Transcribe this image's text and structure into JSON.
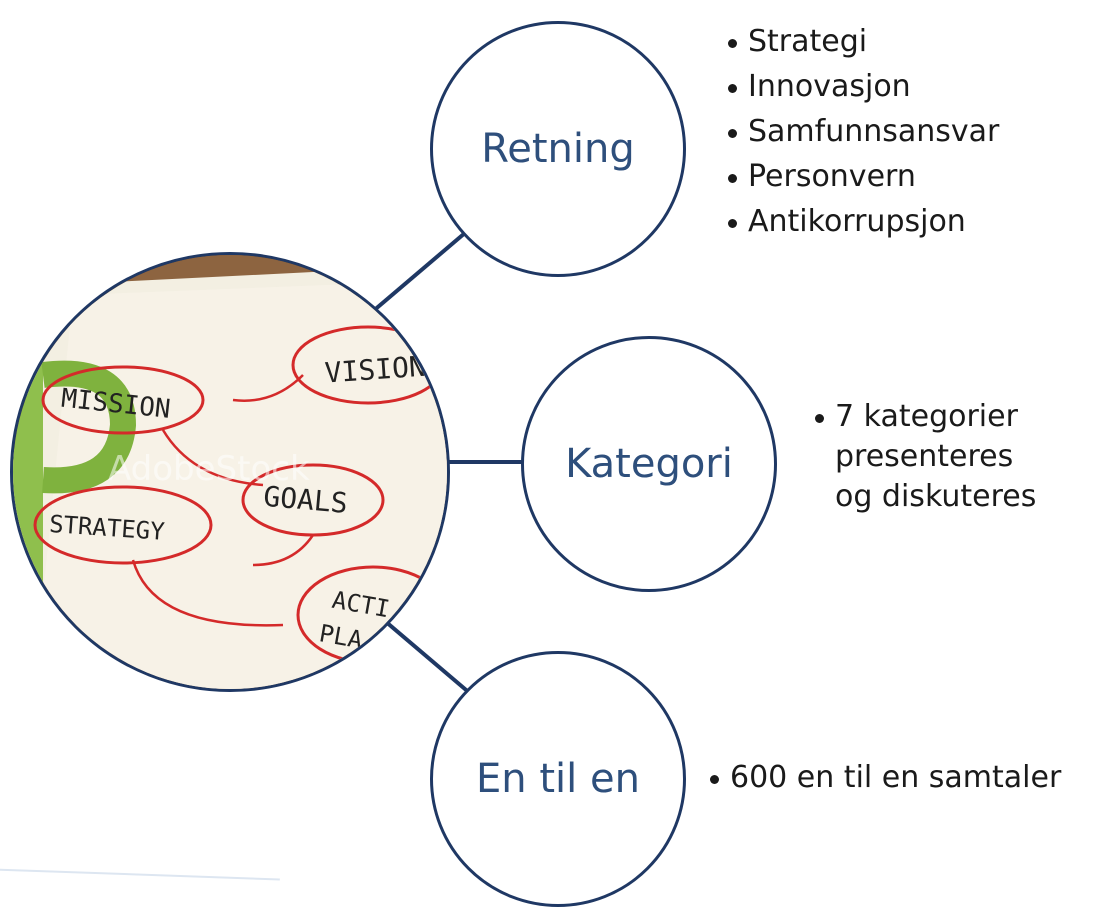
{
  "nodes": {
    "retning": {
      "label": "Retning",
      "items": [
        "Strategi",
        "Innovasjon",
        "Samfunnsansvar",
        "Personvern",
        "Antikorrupsjon"
      ]
    },
    "kategori": {
      "label": "Kategori",
      "items": [
        "7 kategorier presenteres og diskuteres"
      ]
    },
    "en_til_en": {
      "label": "En til en",
      "items": [
        "600 en til en samtaler"
      ]
    }
  },
  "photo": {
    "words": [
      "VISION",
      "MISSION",
      "GOALS",
      "STRATEGY",
      "ACTI",
      "PLA"
    ],
    "watermark": "AdobeStock"
  },
  "colors": {
    "circle_stroke": "#1f3864",
    "label_text": "#2e4f7c",
    "bullet_text": "#1a1a1a",
    "sketch_red": "#d42a2a"
  }
}
